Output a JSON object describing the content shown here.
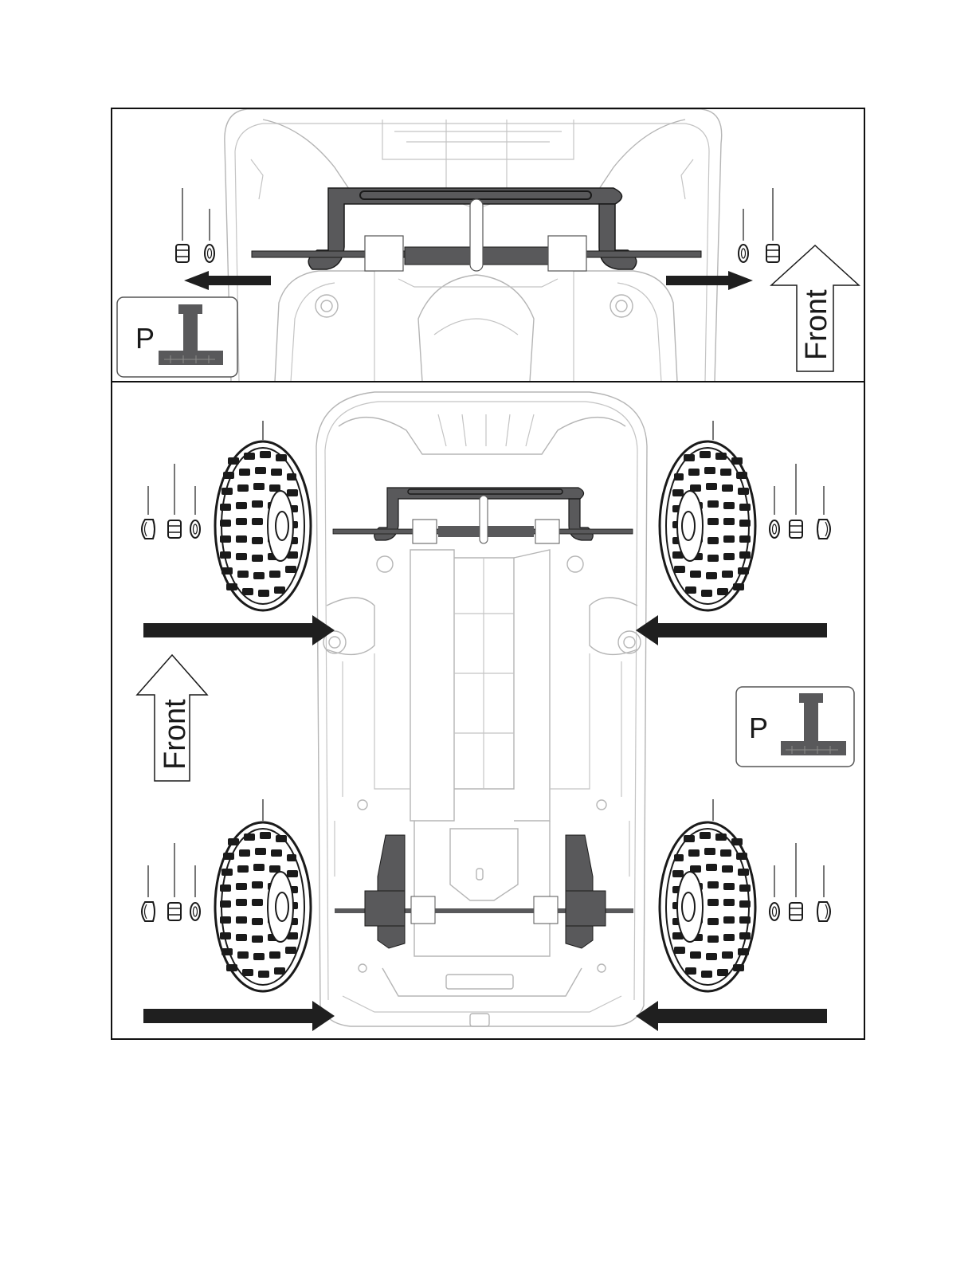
{
  "diagram": {
    "top_panel": {
      "part_label": "P",
      "front_label": "Front"
    },
    "bottom_panel": {
      "part_label": "P",
      "front_label": "Front"
    },
    "colors": {
      "part_gray": "#59595b",
      "outline": "#b5b5b5",
      "arrow": "#1f1f1f",
      "border": "#111111"
    }
  }
}
